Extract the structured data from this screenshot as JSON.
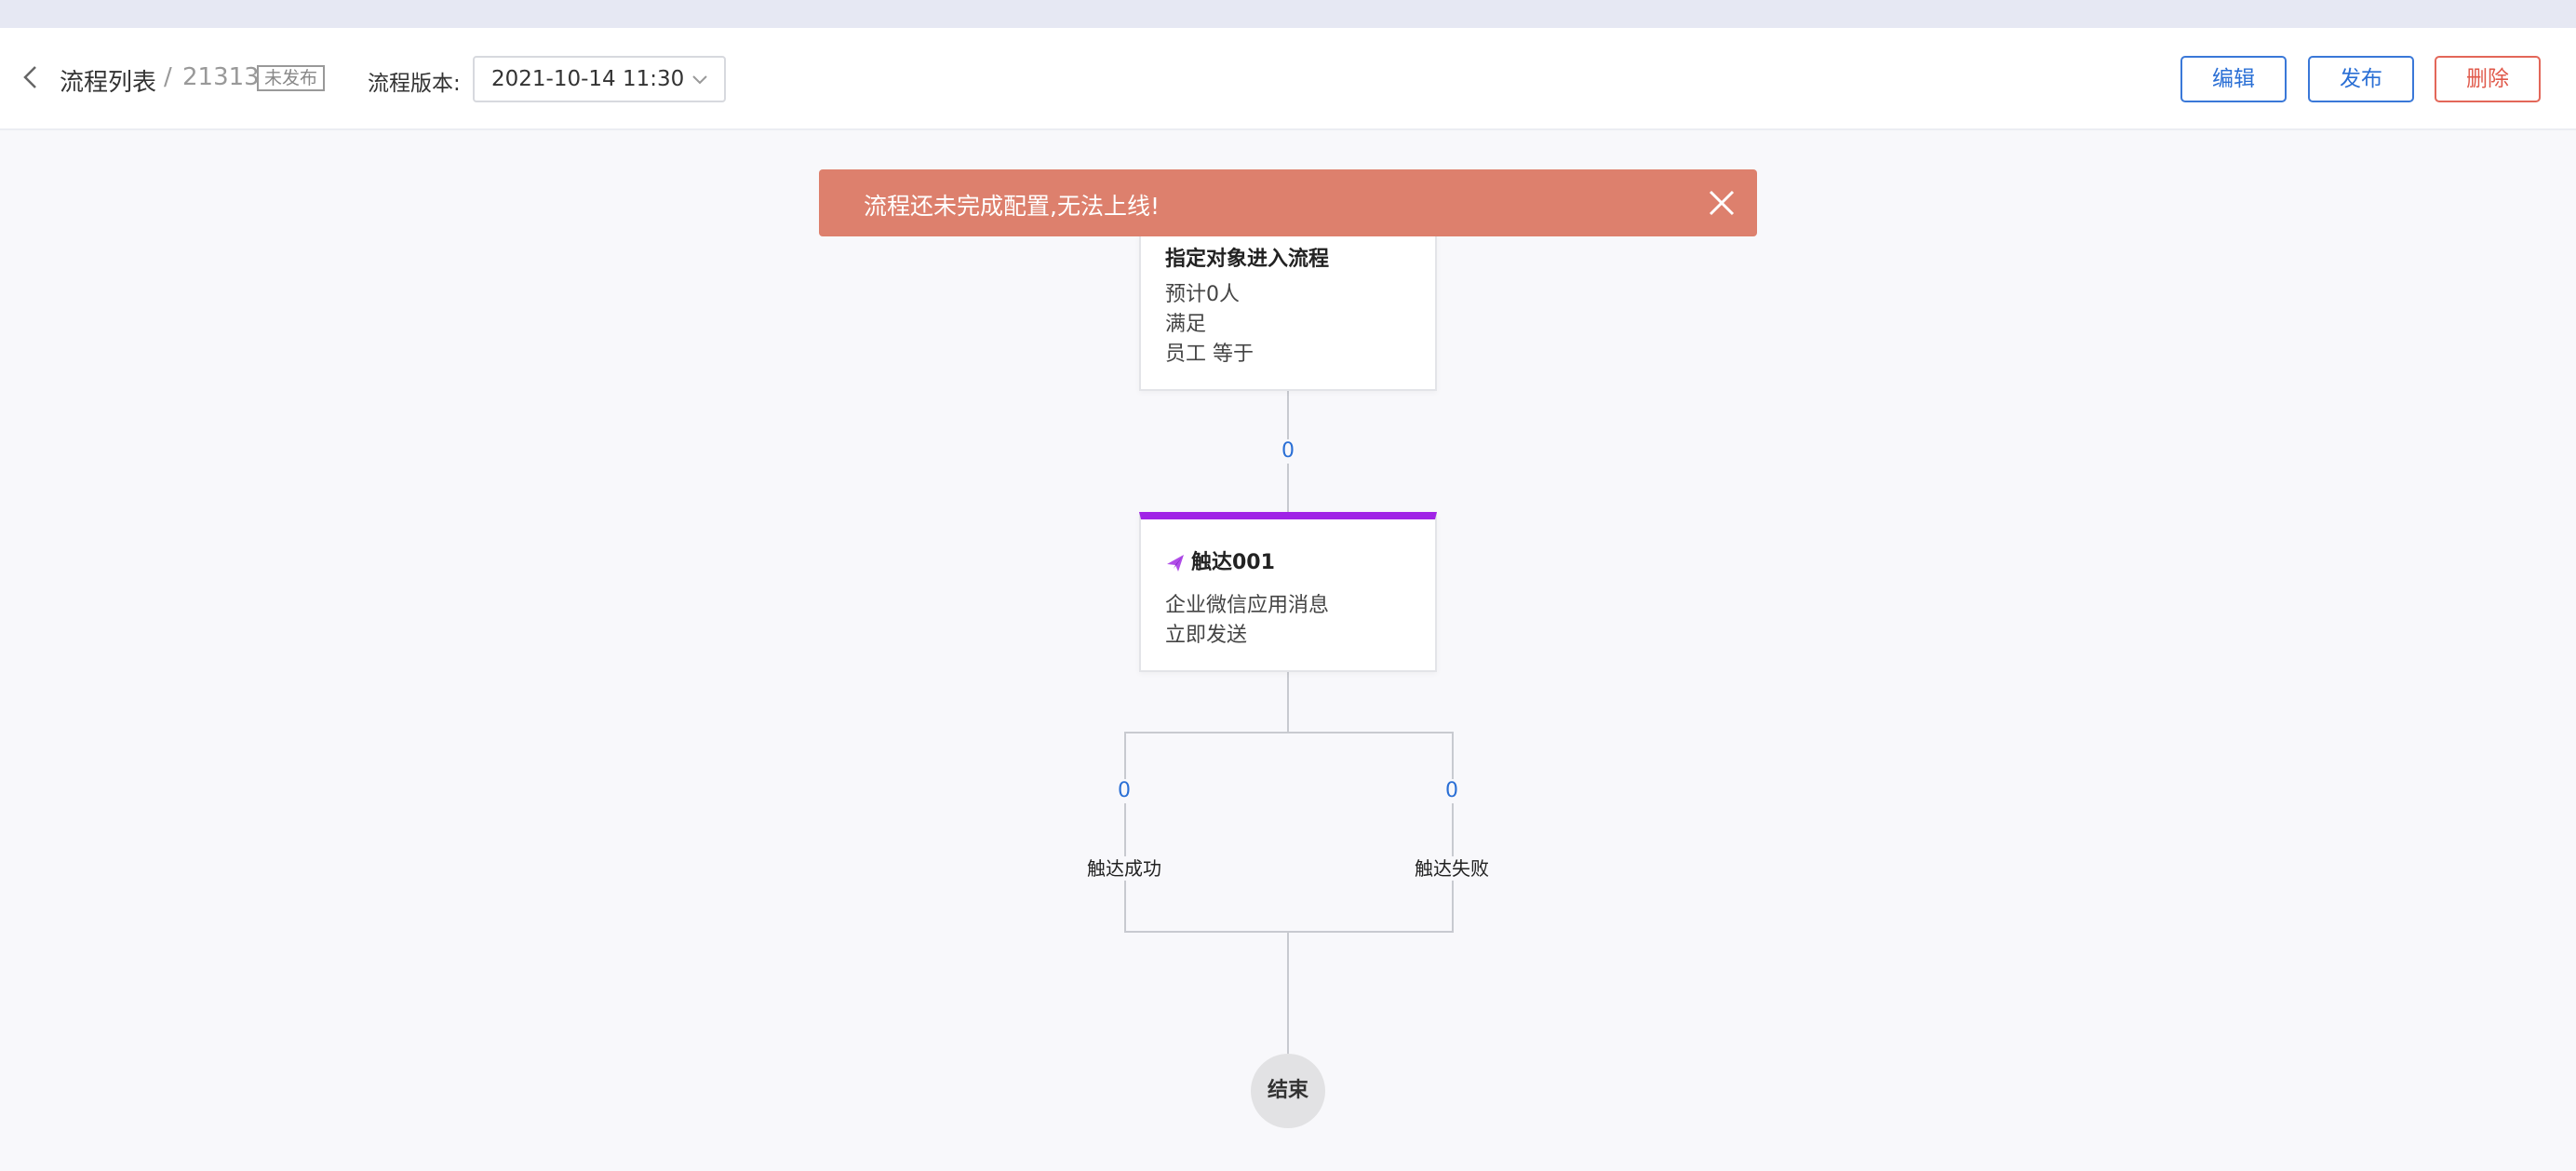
{
  "header": {
    "back_icon": "chevron-left-icon",
    "breadcrumb_title": "流程列表",
    "breadcrumb_separator": "/",
    "flow_id": "21313",
    "status_badge": "未发布",
    "version_label": "流程版本:",
    "version_value": "2021-10-14 11:30",
    "buttons": {
      "edit": "编辑",
      "publish": "发布",
      "delete": "删除"
    }
  },
  "alert": {
    "message": "流程还未完成配置,无法上线!",
    "close_icon": "close-icon"
  },
  "flow": {
    "entry_node": {
      "title": "指定对象进入流程",
      "lines": [
        "预计0人",
        "满足",
        "员工 等于"
      ]
    },
    "entry_to_reach_count": "0",
    "reach_node": {
      "icon": "send-icon",
      "title": "触达001",
      "lines": [
        "企业微信应用消息",
        "立即发送"
      ]
    },
    "branches": [
      {
        "count": "0",
        "label": "触达成功"
      },
      {
        "count": "0",
        "label": "触达失败"
      }
    ],
    "end_node": "结束"
  },
  "colors": {
    "primary": "#2a6fd5",
    "danger": "#e05a4b",
    "alert_bg": "#dd806d",
    "reach_accent": "#a023e6",
    "background": "#f8f8fb"
  }
}
